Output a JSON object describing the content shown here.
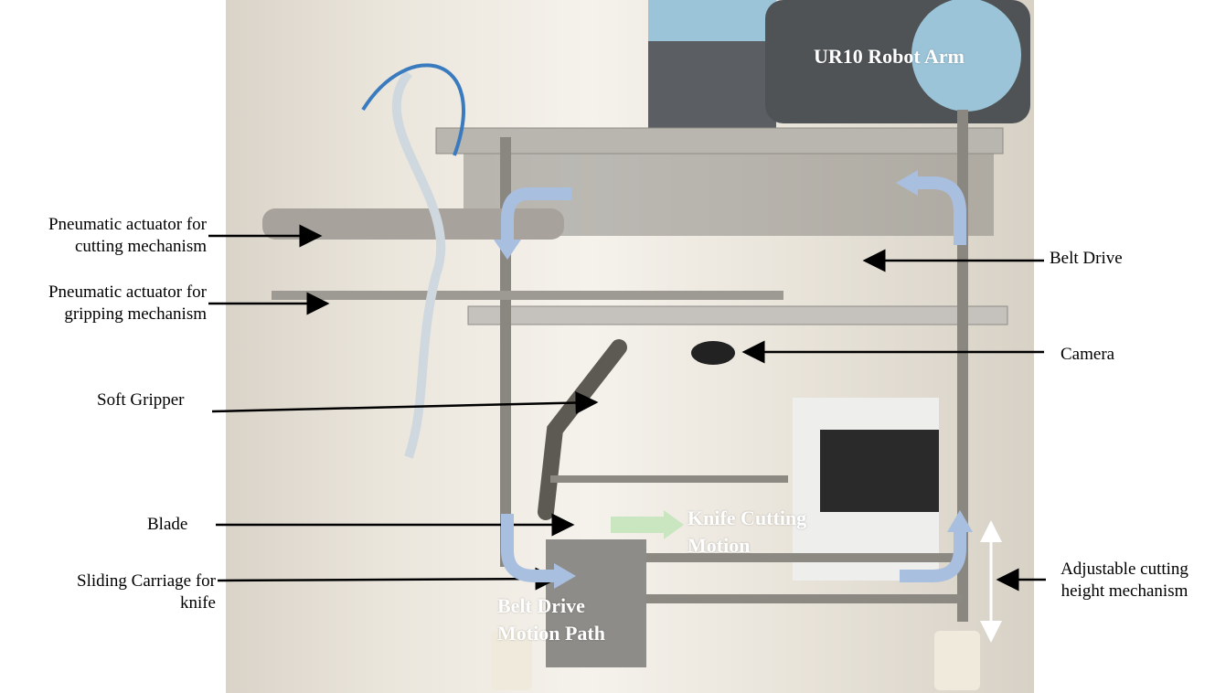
{
  "figure": {
    "labels": {
      "pneumatic_cutting": "Pneumatic actuator for\ncutting mechanism",
      "pneumatic_gripping": "Pneumatic actuator for\ngripping mechanism",
      "soft_gripper": "Soft Gripper",
      "blade": "Blade",
      "sliding_carriage": "Sliding Carriage for\nknife",
      "belt_drive": "Belt Drive",
      "camera": "Camera",
      "adjustable_height": "Adjustable cutting\nheight mechanism"
    },
    "photo_labels": {
      "robot_arm": "UR10 Robot Arm",
      "knife_motion": "Knife Cutting\nMotion",
      "belt_path": "Belt Drive\nMotion Path"
    },
    "colors": {
      "leader_line": "#000000",
      "belt_arrow": "#a9bfe0",
      "knife_arrow": "#c9e6c0",
      "height_arrow": "#ffffff",
      "photo_label": "#ffffff"
    }
  }
}
